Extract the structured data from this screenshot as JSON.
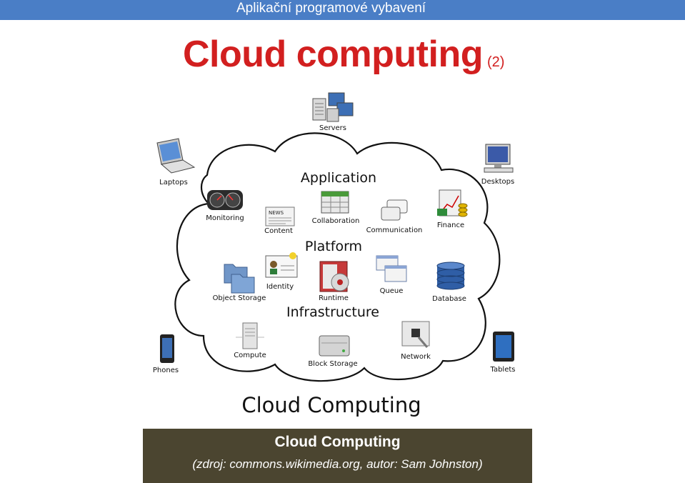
{
  "header": {
    "title": "Aplikační programové vybavení"
  },
  "slide": {
    "title": "Cloud computing",
    "title_suffix": "(2)"
  },
  "diagram": {
    "clients": {
      "servers": "Servers",
      "laptops": "Laptops",
      "desktops": "Desktops",
      "phones": "Phones",
      "tablets": "Tablets"
    },
    "layers": {
      "application": "Application",
      "platform": "Platform",
      "infrastructure": "Infrastructure"
    },
    "services": {
      "monitoring": "Monitoring",
      "content": "Content",
      "collaboration": "Collaboration",
      "communication": "Communication",
      "finance": "Finance",
      "identity": "Identity",
      "object_storage": "Object Storage",
      "runtime": "Runtime",
      "queue": "Queue",
      "database": "Database",
      "compute": "Compute",
      "block_storage": "Block Storage",
      "network": "Network"
    },
    "icon_text": {
      "news": "NEWS"
    },
    "title": "Cloud Computing"
  },
  "caption": {
    "title": "Cloud Computing",
    "source": "(zdroj: commons.wikimedia.org, autor: Sam Johnston)"
  },
  "colors": {
    "header_bar": "#4a7ec6",
    "title_red": "#d21f1f",
    "caption_bg": "#4b4530"
  }
}
